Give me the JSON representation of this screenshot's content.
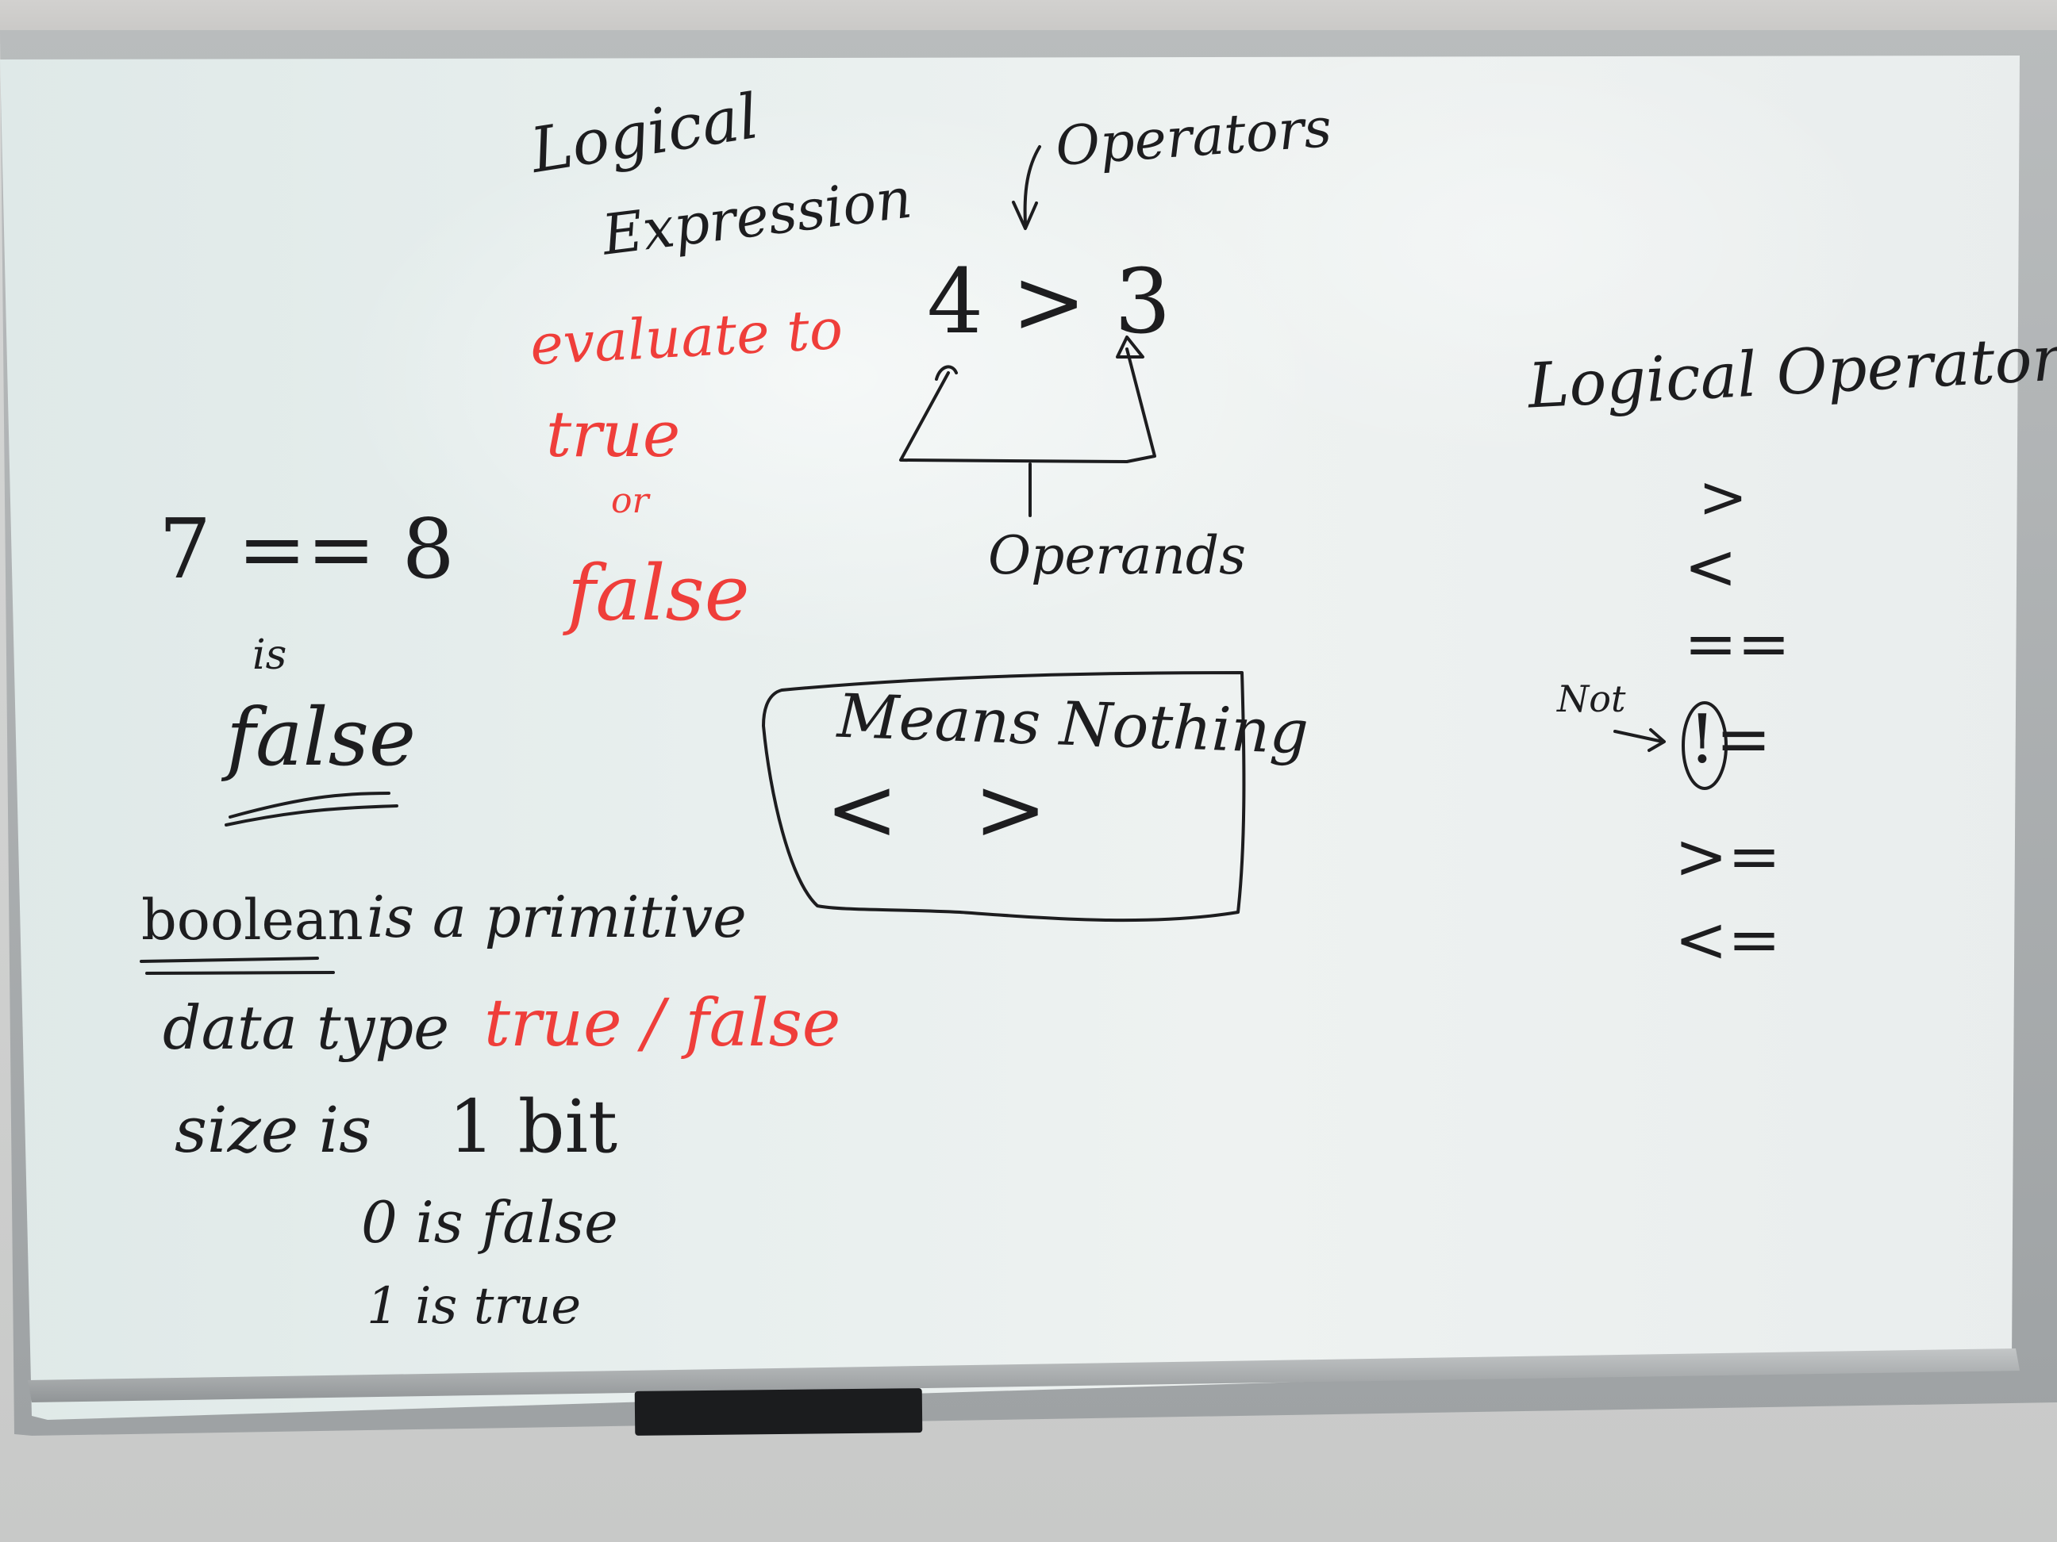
{
  "center": {
    "logical": "Logical",
    "expression": "Expression",
    "operators": "Operators",
    "expression_example": "4 > 3",
    "operands": "Operands",
    "evaluate_to": "evaluate to",
    "true": "true",
    "or": "or",
    "false": "false"
  },
  "left": {
    "example": "7 == 8",
    "is": "is",
    "result": "false",
    "boolean": "boolean",
    "is_a_primitive": "is a primitive",
    "data_type": "data type",
    "true_false": "true / false",
    "size_is": "size is",
    "one_bit": "1 bit",
    "zero_is_false": "0 is false",
    "one_is_true": "1 is true"
  },
  "box": {
    "means_nothing": "Means Nothing",
    "symbol": "< >"
  },
  "right": {
    "title": "Logical Operators",
    "not_label": "Not",
    "operators": [
      ">",
      "<",
      "==",
      "!=",
      ">=",
      "<="
    ]
  },
  "colors": {
    "black_ink": "#1d1d1f",
    "red_ink": "#ef3e3a",
    "board": "#e8efee",
    "frame": "#9ea2a4",
    "eraser": "#1b1c1e"
  }
}
